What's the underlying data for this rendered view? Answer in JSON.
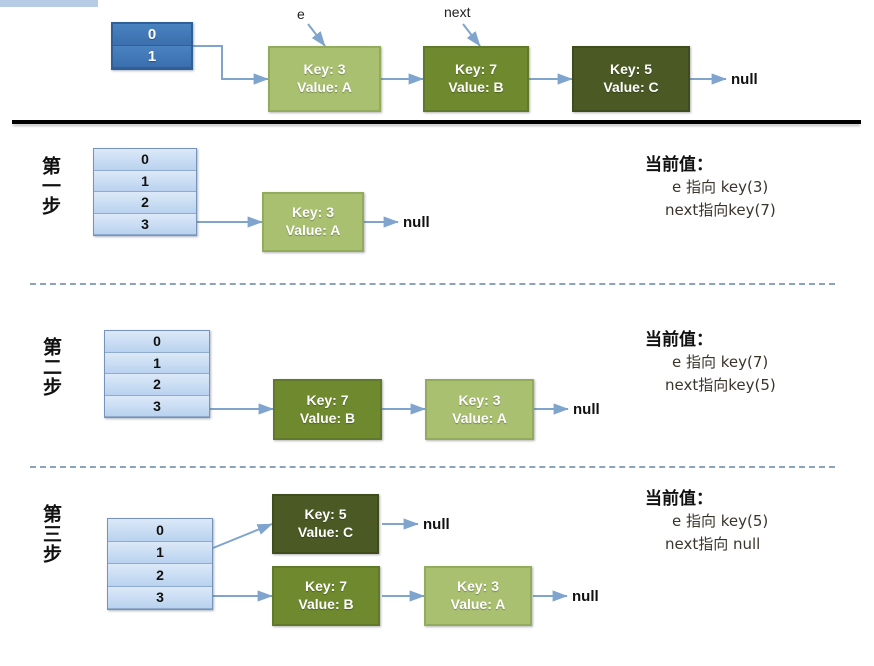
{
  "figure": {
    "title_text": "HashMap rehash / transfer linked-list reversal diagram",
    "colors": {
      "node_light_green": "#a9c070",
      "node_mid_green": "#6f8a2e",
      "node_dark_green": "#4b5a24",
      "table_dark_blue": "#3b6fae",
      "table_light_blue": "#b9d2ef",
      "connector_blue": "#7fa4cd",
      "dashed_rule": "#8aa4c0",
      "thick_rule": "#000000"
    },
    "labels": {
      "null": "null",
      "pointer_e": "e",
      "pointer_next": "next"
    }
  },
  "top_figure": {
    "table": {
      "name": "old-bucket-table",
      "cells": [
        "0",
        "1"
      ]
    },
    "pointers": [
      {
        "name": "e",
        "label": "e",
        "target": "node-key-3"
      },
      {
        "name": "next",
        "label": "next",
        "target": "node-key-7"
      }
    ],
    "nodes": [
      {
        "key_line": "Key: 3",
        "value_line": "Value: A",
        "shade": "light"
      },
      {
        "key_line": "Key: 7",
        "value_line": "Value: B",
        "shade": "mid"
      },
      {
        "key_line": "Key: 5",
        "value_line": "Value: C",
        "shade": "dark"
      }
    ],
    "terminator": "null"
  },
  "steps": [
    {
      "step_label": "第一步",
      "table": {
        "cells": [
          "0",
          "1",
          "2",
          "3"
        ]
      },
      "chains": [
        {
          "from_index": "3",
          "nodes": [
            {
              "key_line": "Key: 3",
              "value_line": "Value: A",
              "shade": "light"
            }
          ],
          "terminator": "null"
        }
      ],
      "annotation": {
        "title": "当前值：",
        "lines": [
          "e 指向 key(3)",
          "next指向key(7)"
        ]
      }
    },
    {
      "step_label": "第二步",
      "table": {
        "cells": [
          "0",
          "1",
          "2",
          "3"
        ]
      },
      "chains": [
        {
          "from_index": "3",
          "nodes": [
            {
              "key_line": "Key: 7",
              "value_line": "Value: B",
              "shade": "mid"
            },
            {
              "key_line": "Key: 3",
              "value_line": "Value: A",
              "shade": "light"
            }
          ],
          "terminator": "null"
        }
      ],
      "annotation": {
        "title": "当前值：",
        "lines": [
          "e 指向 key(7)",
          "next指向key(5)"
        ]
      }
    },
    {
      "step_label": "第三步",
      "table": {
        "cells": [
          "0",
          "1",
          "2",
          "3"
        ]
      },
      "chains": [
        {
          "from_index": "1",
          "nodes": [
            {
              "key_line": "Key: 5",
              "value_line": "Value: C",
              "shade": "dark"
            }
          ],
          "terminator": "null"
        },
        {
          "from_index": "3",
          "nodes": [
            {
              "key_line": "Key: 7",
              "value_line": "Value: B",
              "shade": "mid"
            },
            {
              "key_line": "Key: 3",
              "value_line": "Value: A",
              "shade": "light"
            }
          ],
          "terminator": "null"
        }
      ],
      "annotation": {
        "title": "当前值：",
        "lines": [
          "e 指向 key(5)",
          "next指向 null"
        ]
      }
    }
  ]
}
